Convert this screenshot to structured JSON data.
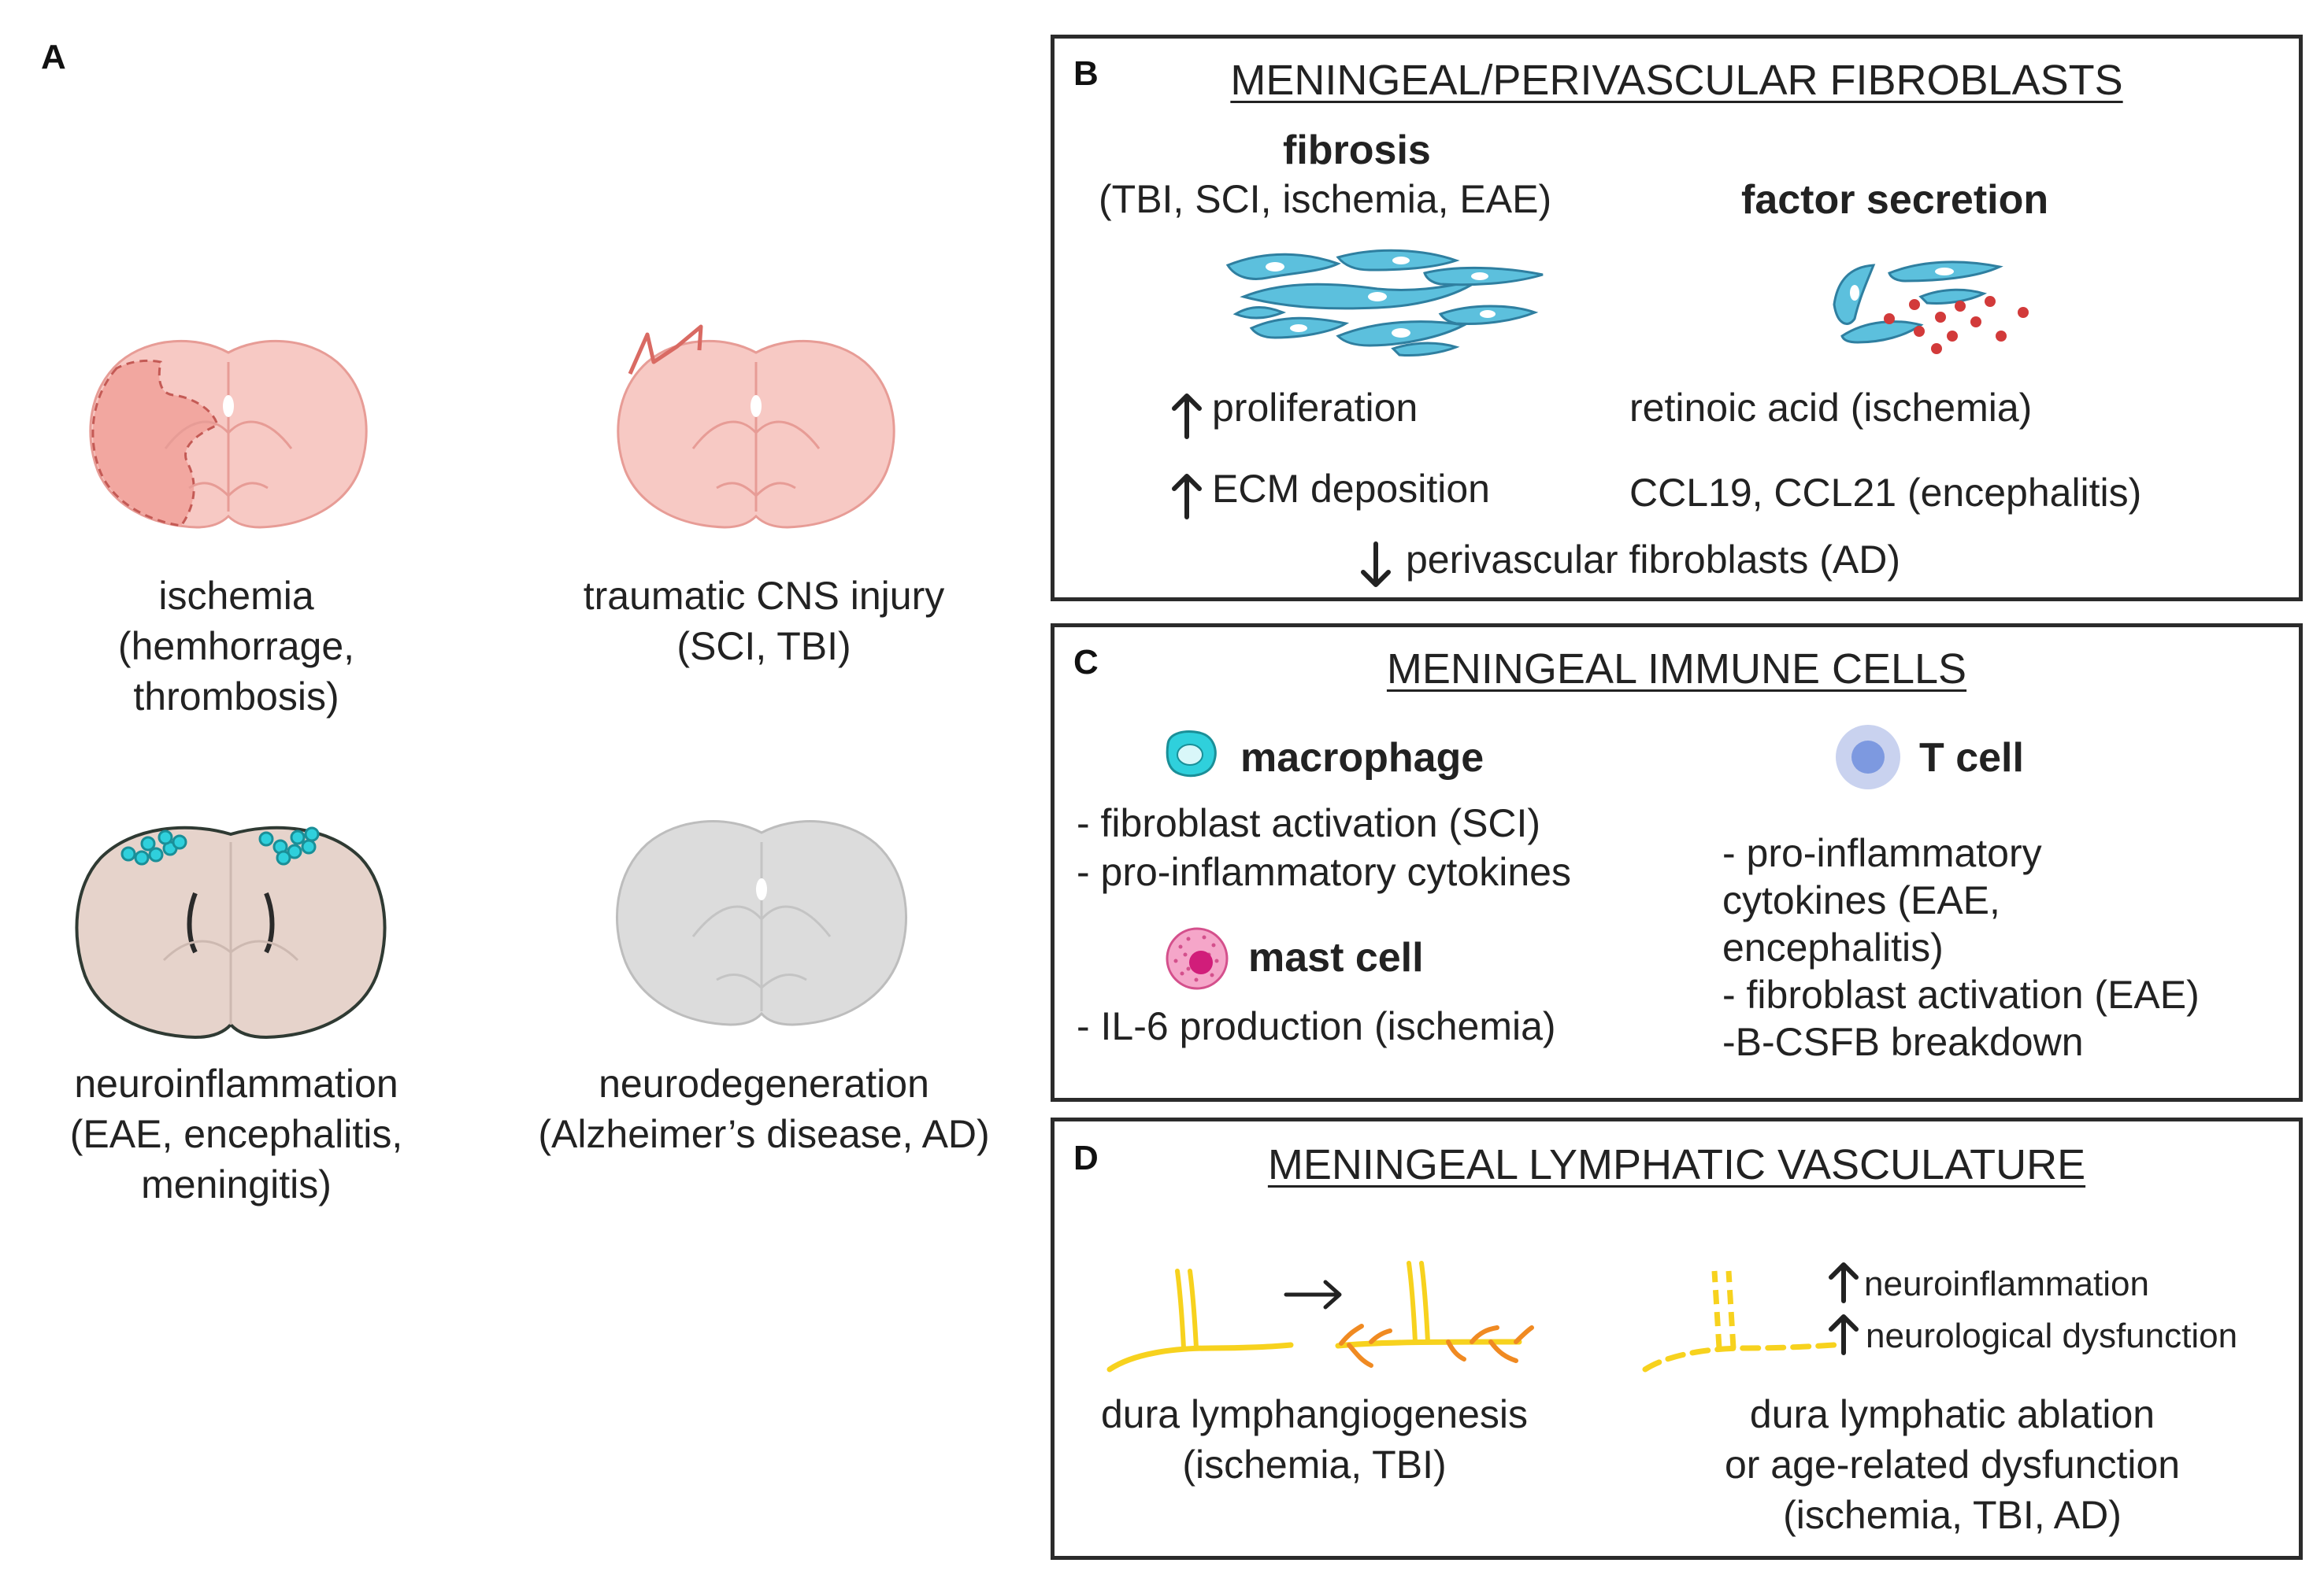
{
  "panelA": {
    "label": "A",
    "ischemia": {
      "lines": [
        "ischemia",
        "(hemhorrage,",
        "thrombosis)"
      ]
    },
    "traumatic": {
      "lines": [
        "traumatic CNS injury",
        "(SCI, TBI)"
      ]
    },
    "neuroinflammation": {
      "lines": [
        "neuroinflammation",
        "(EAE, encephalitis,",
        "meningitis)"
      ]
    },
    "neurodegeneration": {
      "lines": [
        "neurodegeneration",
        "(Alzheimer’s disease, AD)"
      ]
    }
  },
  "panelB": {
    "label": "B",
    "title": "MENINGEAL/PERIVASCULAR FIBROBLASTS",
    "fibrosis": "fibrosis",
    "fibrosis_conditions": "(TBI, SCI, ischemia, EAE)",
    "factor_secretion": "factor secretion",
    "proliferation": "proliferation",
    "ecm": "ECM deposition",
    "retinoic": "retinoic acid (ischemia)",
    "ccl": "CCL19, CCL21 (encephalitis)",
    "perivascular": "perivascular fibroblasts (AD)"
  },
  "panelC": {
    "label": "C",
    "title": "MENINGEAL IMMUNE CELLS",
    "macrophage": "macrophage",
    "macro_items": [
      "- fibroblast activation (SCI)",
      "- pro-inflammatory cytokines"
    ],
    "mast": "mast cell",
    "mast_items": [
      "- IL-6 production (ischemia)"
    ],
    "tcell": "T cell",
    "tcell_items": [
      "- pro-inflammatory",
      "cytokines (EAE,",
      "encephalitis)",
      "- fibroblast activation (EAE)",
      "-B-CSFB breakdown"
    ]
  },
  "panelD": {
    "label": "D",
    "title": "MENINGEAL LYMPHATIC VASCULATURE",
    "lymph_lines": [
      "dura lymphangiogenesis",
      "(ischemia, TBI)"
    ],
    "ablation_lines": [
      "dura lymphatic ablation",
      "or age-related dysfunction",
      "(ischemia, TBI, AD)"
    ],
    "neuroinflammation": "neuroinflammation",
    "neurological": "neurological dysfunction"
  },
  "colors": {
    "ischemia_fill": "#f7c9c4",
    "ischemia_region": "#f2a7a0",
    "brain_outline": "#e79c96",
    "inflam_fill": "#e6d3cb",
    "degen_fill": "#dcdcdc",
    "fibroblast": "#5cc0dd",
    "secreted": "#d23a3a",
    "macrophage": "#2fd0dc",
    "mast": "#e0569a",
    "tcell": "#7d99e0",
    "lymph_yellow": "#f7d21e",
    "lymph_orange": "#f08a22",
    "border": "#2b2b2b"
  }
}
